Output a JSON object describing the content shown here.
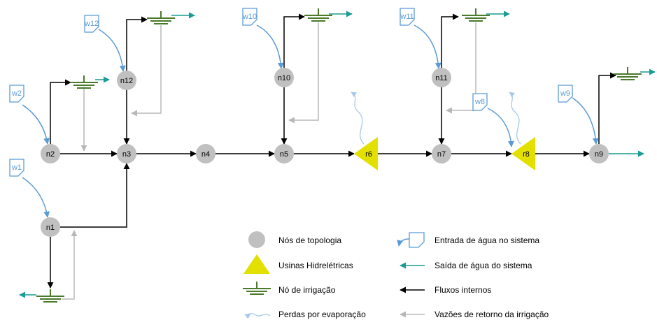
{
  "diagram": {
    "nodes": {
      "n1": "n1",
      "n2": "n2",
      "n3": "n3",
      "n4": "n4",
      "n5": "n5",
      "n7": "n7",
      "n9": "n9",
      "n10": "n10",
      "n11": "n11",
      "n12": "n12"
    },
    "plants": {
      "r6": "r6",
      "r8": "r8"
    },
    "inflows": {
      "w1": "w1",
      "w2": "w2",
      "w8": "w8",
      "w9": "w9",
      "w10": "w10",
      "w11": "w11",
      "w12": "w12"
    }
  },
  "legend": {
    "topology_nodes": "Nós de topologia",
    "hydro_plants": "Usinas Hidrelétricas",
    "irrigation_node": "Nó de irrigação",
    "evaporation_losses": "Perdas por evaporação",
    "water_inflow": "Entrada de água no sistema",
    "water_outflow": "Saída de água do sistema",
    "internal_flows": "Fluxos internos",
    "irrigation_return": "Vazões de retorno da irrigação"
  },
  "colors": {
    "node_fill": "#c0c0c0",
    "plant_fill": "#e3e000",
    "irrigation": "#4a7a2a",
    "inflow": "#5b9bd5",
    "outflow": "#1a9b94",
    "internal_flow": "#000000",
    "return_flow": "#b8b8b8",
    "evaporation": "#a8c8e8"
  }
}
